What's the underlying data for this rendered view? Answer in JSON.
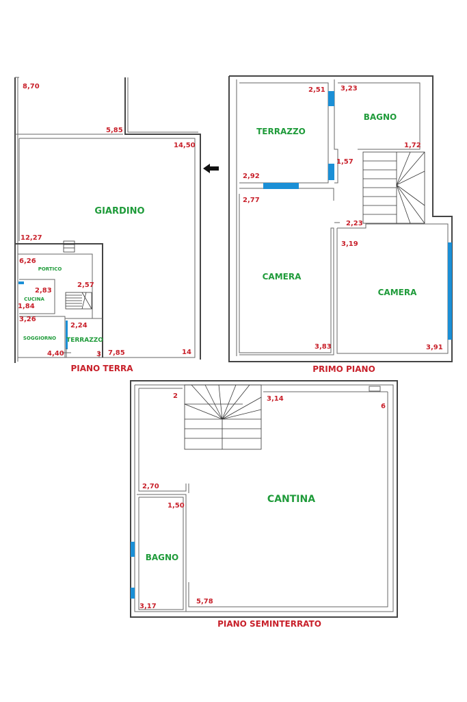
{
  "plans": {
    "terra": {
      "title": "PIANO TERRA",
      "rooms": [
        "GIARDINO",
        "PORTICO",
        "CUCINA",
        "SOGGIORNO",
        "TERRAZZO"
      ],
      "dims": [
        "8,70",
        "5,85",
        "14,50",
        "12,27",
        "6,26",
        "2,83",
        "2,57",
        "1,84",
        "3,26",
        "2,24",
        "4,40",
        "3",
        "7,85",
        "14"
      ]
    },
    "primo": {
      "title": "PRIMO PIANO",
      "rooms": [
        "TERRAZZO",
        "BAGNO",
        "CAMERA",
        "CAMERA"
      ],
      "dims": [
        "2,51",
        "3,23",
        "1,72",
        "1,57",
        "2,92",
        "2,77",
        "2,23",
        "3,19",
        "3,83",
        "3,91"
      ]
    },
    "seminterrato": {
      "title": "PIANO SEMINTERRATO",
      "rooms": [
        "CANTINA",
        "BAGNO"
      ],
      "dims": [
        "2",
        "3,14",
        "6",
        "2,70",
        "1,50",
        "3,17",
        "5,78"
      ]
    }
  },
  "colors": {
    "dimension": "#c8202a",
    "room": "#1f9b3a",
    "window": "#1a8fd6"
  }
}
